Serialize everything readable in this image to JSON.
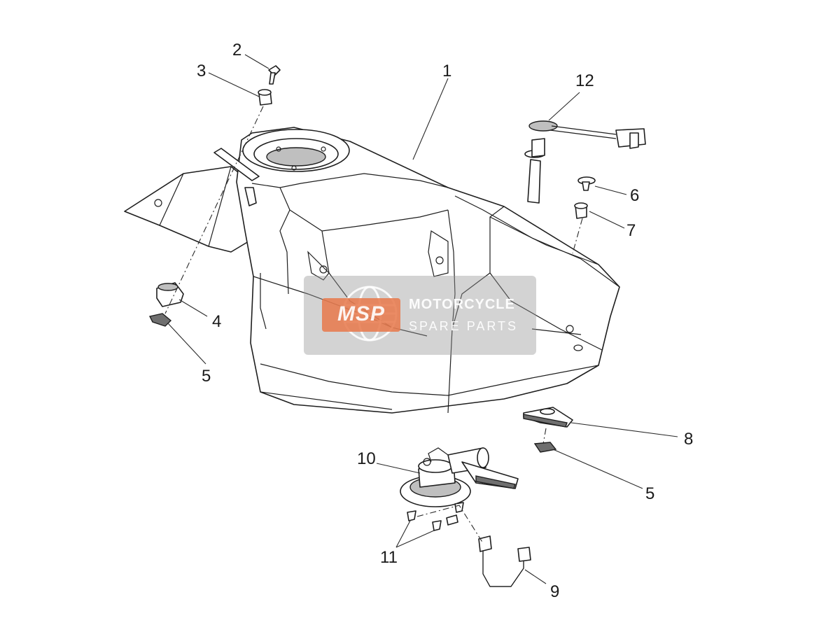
{
  "callouts": {
    "c1": "1",
    "c2": "2",
    "c3": "3",
    "c4": "4",
    "c5a": "5",
    "c5b": "5",
    "c6": "6",
    "c7": "7",
    "c8": "8",
    "c9": "9",
    "c10": "10",
    "c11": "11",
    "c12": "12"
  },
  "watermark": {
    "badge": "MSP",
    "line1": "MOTORCYCLE",
    "line2": "SPARE PARTS",
    "badge_color": "#e8784a"
  },
  "colors": {
    "stroke": "#1e1e1e",
    "background": "#ffffff"
  }
}
